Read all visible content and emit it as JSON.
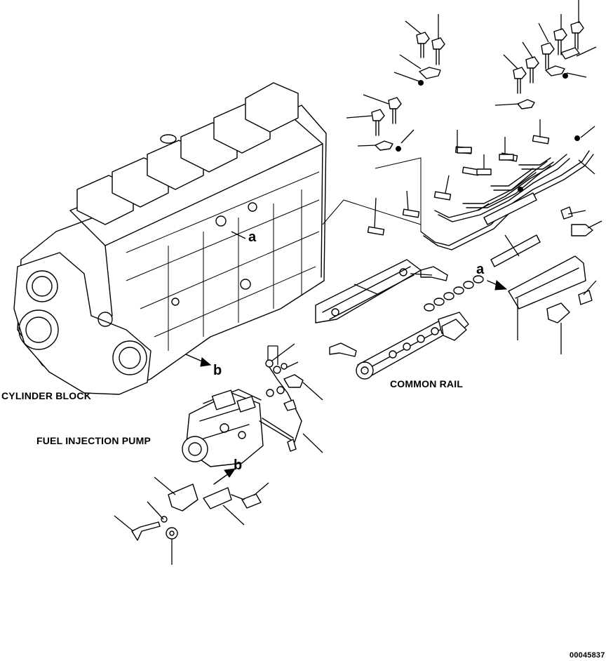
{
  "labels": {
    "cylinder_block": "CYLINDER BLOCK",
    "fuel_injection_pump": "FUEL INJECTION PUMP",
    "common_rail": "COMMON RAIL",
    "ref_a_block": "a",
    "ref_a_rail": "a",
    "ref_b_block": "b",
    "ref_b_pump": "b"
  },
  "drawing_code": "00045837"
}
